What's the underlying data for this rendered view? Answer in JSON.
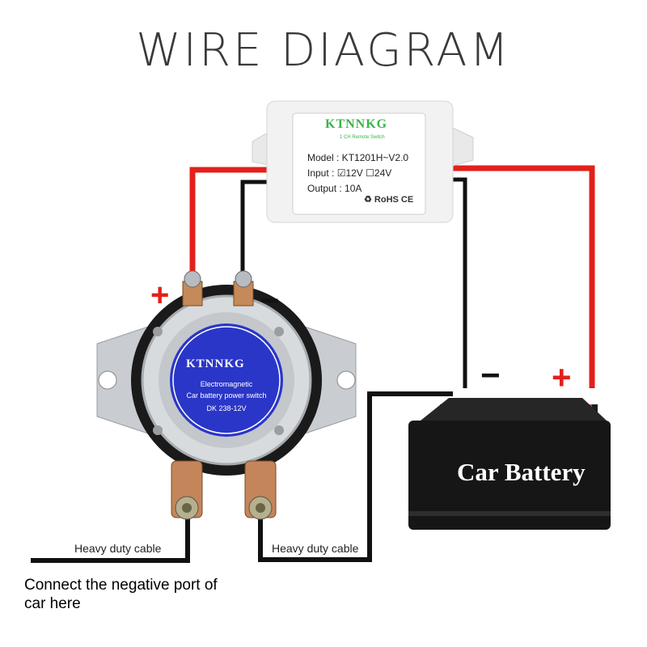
{
  "title": "WIRE DIAGRAM",
  "module": {
    "brand": "KTNNKG",
    "subtitle": "1 CH Remote Switch",
    "model": "Model : KT1201H~V2.0",
    "input": "Input : ☑12V ☐24V",
    "output": "Output : 10A",
    "cert": "♻ RoHS CE"
  },
  "solenoid": {
    "brand": "KTNNKG",
    "line1": "Electromagnetic",
    "line2": "Car battery power switch",
    "line3": "DK 238-12V"
  },
  "battery": {
    "label": "Car Battery"
  },
  "labels": {
    "cable_left": "Heavy duty cable",
    "cable_right": "Heavy duty cable",
    "note": "Connect the negative port of car here"
  },
  "signs": {
    "plus": "+",
    "minus": "−"
  },
  "colors": {
    "positive_wire": "#e3201b",
    "negative_wire": "#111111",
    "battery_body": "#161616",
    "brand_green": "#3ab44a",
    "label_blue": "#2a36c8"
  }
}
